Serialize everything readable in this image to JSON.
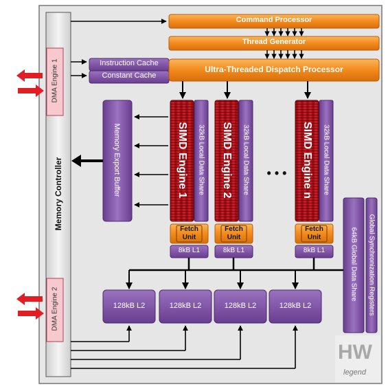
{
  "blocks": {
    "command_processor": "Command Processor",
    "thread_generator": "Thread Generator",
    "instruction_cache": "Instruction Cache",
    "constant_cache": "Constant Cache",
    "dispatch": "Ultra-Threaded Dispatch Processor",
    "memory_controller": "Memory Controller",
    "dma1": "DMA Engine 1",
    "dma2": "DMA Engine 2",
    "memory_export_buffer": "Memory Export Buffer",
    "simd": [
      "SIMD Engine 1",
      "SIMD Engine 2",
      "SIMD Engine n"
    ],
    "lds": "32kB Local Data Share",
    "fetch_unit": [
      "Fetch",
      "Unit"
    ],
    "l1": "8kB L1",
    "l2": [
      "128kB L2",
      "128kB L2",
      "128kB L2",
      "128kB L2"
    ],
    "gds": "64kB Global Data Share",
    "gsr": "Global Synchronization Registers",
    "ellipsis": "• • •"
  },
  "watermark": "legend",
  "colors": {
    "orange": "#f28a1c",
    "purple": "#7e4fa3",
    "red": "#c8141e",
    "panel": "#e6e6e6",
    "pink": "#f7c9cf"
  }
}
